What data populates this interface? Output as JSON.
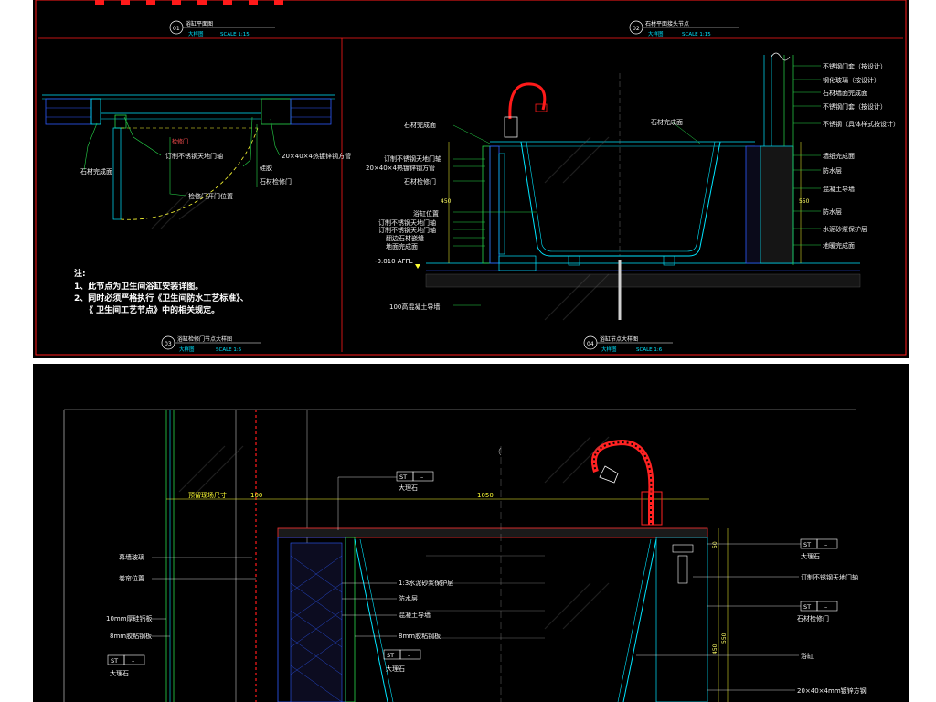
{
  "top": {
    "details": [
      {
        "num": "01",
        "title": "浴缸平面图",
        "subtitle": "大样图",
        "scale": "SCALE 1:15"
      },
      {
        "num": "02",
        "title": "石材平面接头节点",
        "subtitle": "大样图",
        "scale": "SCALE 1:15"
      },
      {
        "num": "03",
        "title": "浴缸检修门节点大样图",
        "subtitle": "大样图",
        "scale": "SCALE 1:5"
      },
      {
        "num": "04",
        "title": "浴缸节点大样图",
        "subtitle": "大样图",
        "scale": "SCALE 1:6"
      }
    ],
    "left_labels": {
      "center_label": "检修门",
      "pivot": "订制不锈钢天地门轴",
      "tube": "20×40×4热镀锌钢方管",
      "stone_face": "石材完成面",
      "sealant": "硅胶",
      "stone_door": "石材检修门",
      "door_position": "检修门开门位置"
    },
    "notes": {
      "heading": "注:",
      "line1": "1、此节点为卫生间浴缸安装详图。",
      "line2": "2、同时必须严格执行《卫生间防水工艺标准》、",
      "line3": "《 卫生间工艺节点》中的相关规定。"
    },
    "right_labels_left": [
      "石材完成面",
      "订制不锈钢天地门轴",
      "20×40×4热镀锌钢方管",
      "石材检修门",
      "浴缸位置",
      "订制不锈钢天地门轴",
      "订制不锈钢天地门轴",
      "翻边石材嵌缝",
      "地面完成面",
      "-0.010 AFFL",
      "100高混凝土导墙"
    ],
    "right_labels_right": [
      "不锈钢门套（按设计）",
      "钢化玻璃（按设计）",
      "石材墙面完成面",
      "不锈钢门套（按设计）",
      "不锈钢（具体样式按设计）",
      "墙纸完成面",
      "防水层",
      "混凝土导墙",
      "防水层",
      "水泥砂浆保护层",
      "地暖完成面"
    ],
    "mid_stone_label": "石材完成面",
    "dim_550": "550",
    "dim_450": "450"
  },
  "bottom": {
    "st_tag": "ST",
    "st_dash": "–",
    "marble": "大理石",
    "pipe_size": "预留现场尺寸",
    "dim_100": "100",
    "dim_1050": "1050",
    "dim_50": "50",
    "dim_450": "450",
    "dim_550": "550",
    "left_labels": [
      "幕墙玻璃",
      "卷帘位置",
      "10mm厚硅钙板",
      "8mm胶粘钢板"
    ],
    "mid_labels": [
      "1:3水泥砂浆保护层",
      "防水层",
      "混凝土导墙",
      "8mm胶粘钢板"
    ],
    "right_labels": [
      "大理石",
      "订制不锈钢天地门轴",
      "石材检修门",
      "浴缸",
      "20×40×4mm镀锌方钢"
    ],
    "st_marble_bottom": "大理石"
  },
  "colors": {
    "background": "#000000",
    "frame_red": "#ff1a1a",
    "cyan": "#00e5ff",
    "blue": "#2f5bff",
    "green": "#27d84a",
    "yellow": "#ffff33",
    "magenta": "#ff33ff",
    "white": "#ffffff"
  }
}
